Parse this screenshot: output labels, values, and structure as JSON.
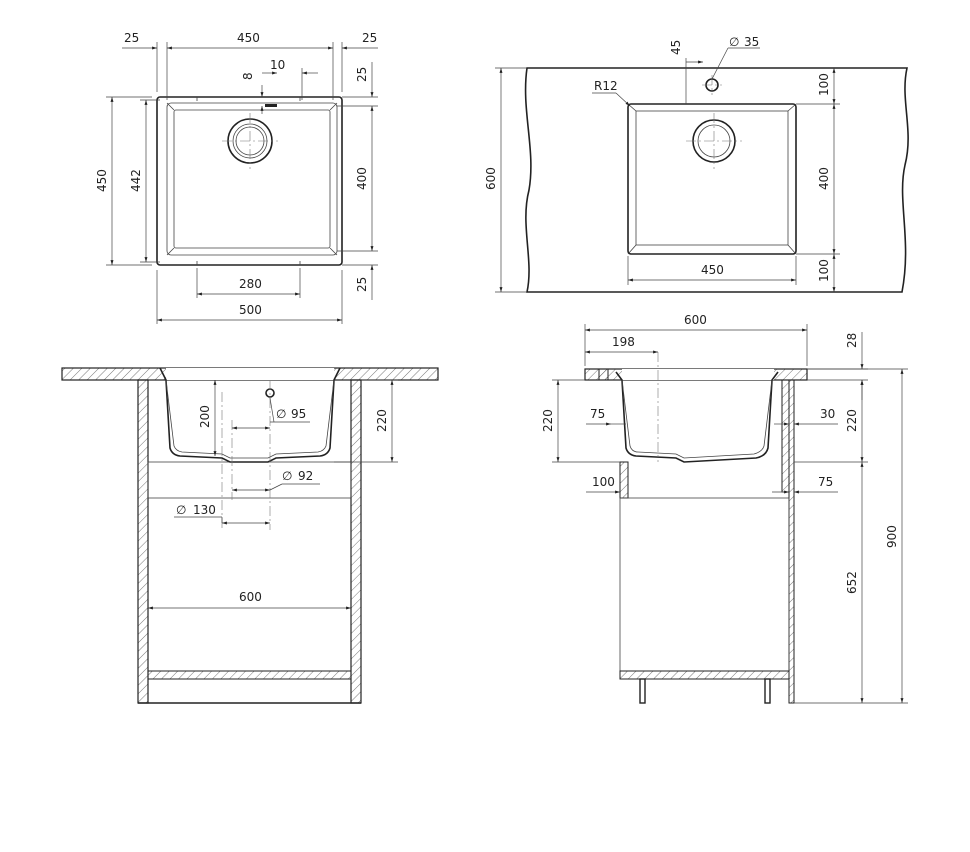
{
  "views": {
    "top": {
      "margin_left": "25",
      "width_inner": "450",
      "margin_right": "25",
      "offset_10": "10",
      "offset_8": "8",
      "top_25": "25",
      "height_outer": "450",
      "height_inner": "442",
      "inner_400": "400",
      "bottom_25": "25",
      "width_280": "280",
      "width_500": "500"
    },
    "countertop": {
      "tap_offset": "45",
      "tap_diameter": "35",
      "radius": "R12",
      "depth_600": "600",
      "top_100": "100",
      "mid_400": "400",
      "bottom_100": "100",
      "bowl_450": "450"
    },
    "front": {
      "depth_200": "200",
      "drain_95": "95",
      "height_220": "220",
      "drain_92": "92",
      "pipe_130": "130",
      "cabinet_600": "600"
    },
    "side": {
      "width_600": "600",
      "offset_198": "198",
      "thick_28": "28",
      "bowl_220_left": "220",
      "flange_75_top": "75",
      "flange_30": "30",
      "bowl_220_right": "220",
      "panel_100": "100",
      "panel_75": "75",
      "height_900": "900",
      "height_652": "652"
    }
  },
  "symbols": {
    "diameter": "∅"
  }
}
